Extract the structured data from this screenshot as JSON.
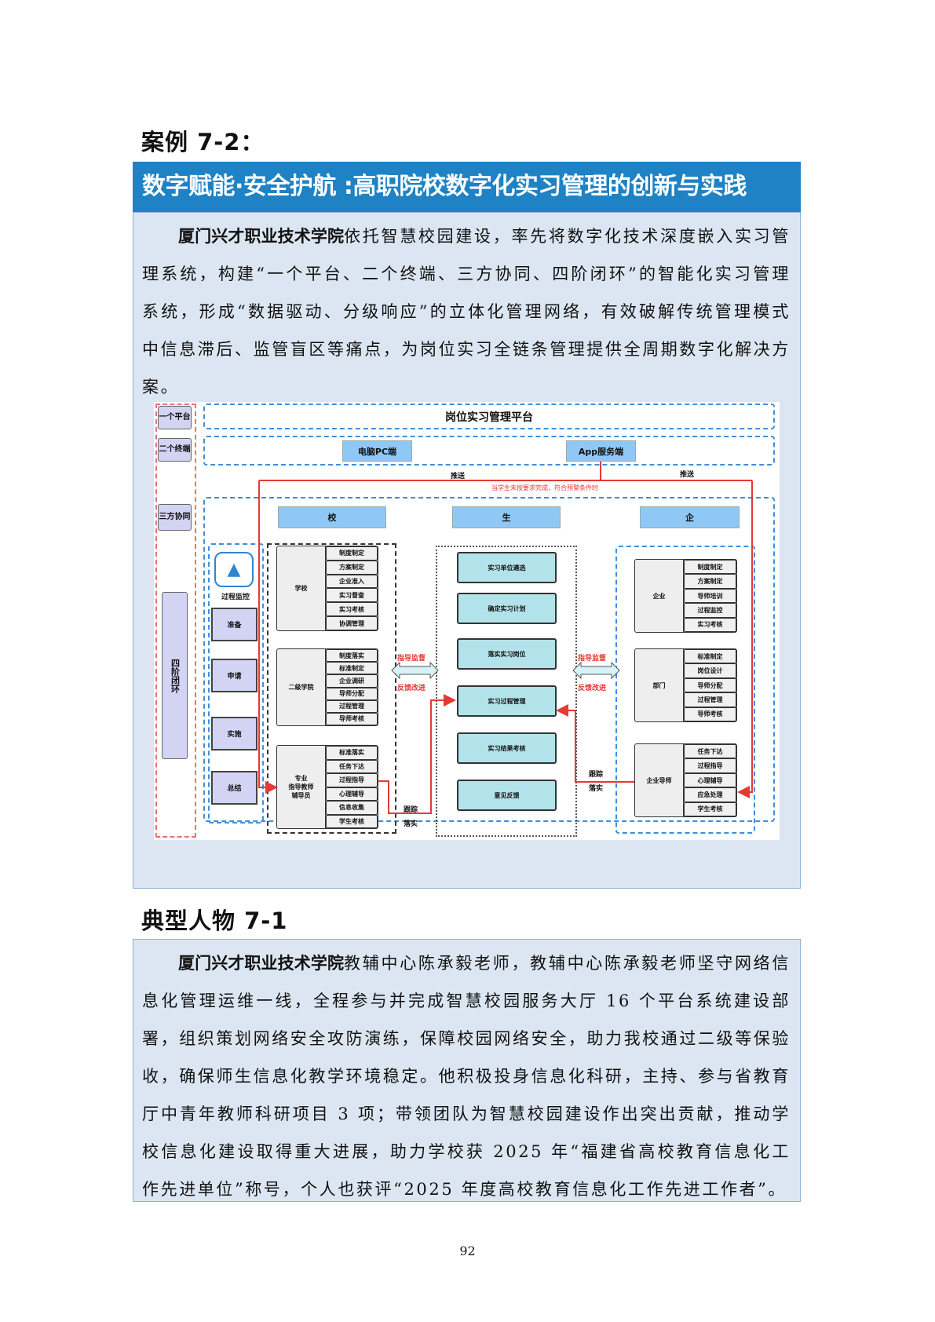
{
  "case_title": "案例 7-2：",
  "banner": "数字赋能·安全护航 :高职院校数字化实习管理的创新与实践",
  "case_para": {
    "bold": "厦门兴才职业技术学院",
    "text": "依托智慧校园建设，率先将数字化技术深度嵌入实习管理系统，构建“一个平台、二个终端、三方协同、四阶闭环”的智能化实习管理系统，形成“数据驱动、分级响应”的立体化管理网络，有效破解传统管理模式中信息滞后、监管盲区等痛点，为岗位实习全链条管理提供全周期数字化解决方案。"
  },
  "diagram": {
    "side_labels": [
      "一个平台",
      "二个终端",
      "三方协同",
      "四阶闭环"
    ],
    "platform": "岗位实习管理平台",
    "terminals": [
      "电脑PC端",
      "App服务端"
    ],
    "push": [
      "推送",
      "推送"
    ],
    "warning": "当学生未按要求完成，符合预警条件时",
    "headers": [
      "校",
      "生",
      "企"
    ],
    "monitor": "过程监控",
    "stages": [
      "准备",
      "申请",
      "实施",
      "总结"
    ],
    "school_groups": [
      {
        "name": "学校",
        "items": [
          "制度制定",
          "方案制定",
          "企业准入",
          "实习督查",
          "实习考核",
          "协调管理"
        ]
      },
      {
        "name": "二级学院",
        "items": [
          "制度落实",
          "标准制定",
          "企业调研",
          "导师分配",
          "过程管理",
          "导师考核"
        ]
      },
      {
        "name": "专业\n指导教师\n辅导员",
        "items": [
          "标准落实",
          "任务下达",
          "过程指导",
          "心理辅导",
          "信息收集",
          "学生考核"
        ]
      }
    ],
    "student_steps": [
      "实习单位遴选",
      "确定实习计划",
      "落实实习岗位",
      "实习过程管理",
      "实习结果考核",
      "意见反馈"
    ],
    "enterprise_groups": [
      {
        "name": "企业",
        "items": [
          "制度制定",
          "方案制定",
          "导师培训",
          "过程监控",
          "实习考核"
        ]
      },
      {
        "name": "部门",
        "items": [
          "标准制定",
          "岗位设计",
          "导师分配",
          "过程管理",
          "导师考核"
        ]
      },
      {
        "name": "企业导师",
        "items": [
          "任务下达",
          "过程指导",
          "心理辅导",
          "应急处理",
          "学生考核"
        ]
      }
    ],
    "arrow_labels": [
      "指导监督",
      "反馈改进"
    ],
    "track": [
      "跟踪",
      "落实"
    ]
  },
  "person_title": "典型人物 7-1",
  "person_para": {
    "bold": "厦门兴才职业技术学院",
    "text": "教辅中心陈承毅老师，教辅中心陈承毅老师坚守网络信息化管理运维一线，全程参与并完成智慧校园服务大厅 16 个平台系统建设部署，组织策划网络安全攻防演练，保障校园网络安全，助力我校通过二级等保验收，确保师生信息化教学环境稳定。他积极投身信息化科研，主持、参与省教育厅中青年教师科研项目 3 项；带领团队为智慧校园建设作出突出贡献，推动学校信息化建设取得重大进展，助力学校获 2025 年“福建省高校教育信息化工作先进单位”称号，个人也获评“2025 年度高校教育信息化工作先进工作者”。"
  },
  "page_number": "92"
}
